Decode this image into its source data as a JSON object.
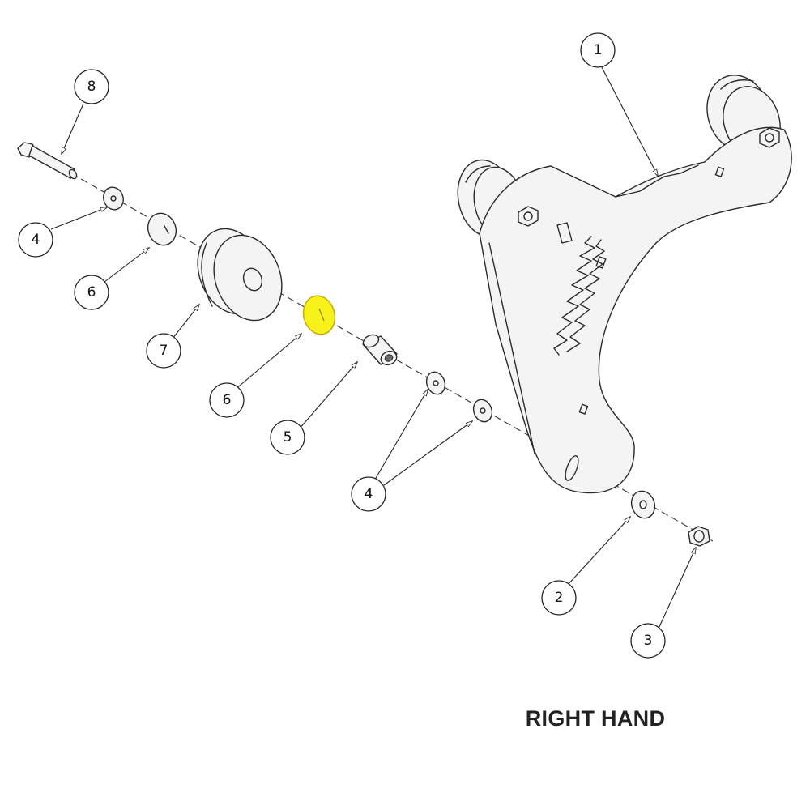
{
  "caption": "RIGHT HAND",
  "callouts": [
    {
      "id": "c1",
      "label": "1"
    },
    {
      "id": "c8",
      "label": "8"
    },
    {
      "id": "c4a",
      "label": "4"
    },
    {
      "id": "c6a",
      "label": "6"
    },
    {
      "id": "c7",
      "label": "7"
    },
    {
      "id": "c6b",
      "label": "6"
    },
    {
      "id": "c5",
      "label": "5"
    },
    {
      "id": "c4b",
      "label": "4"
    },
    {
      "id": "c2",
      "label": "2"
    },
    {
      "id": "c3",
      "label": "3"
    }
  ],
  "colors": {
    "highlight": "#f7f31a",
    "line": "#2a2a2a",
    "background": "#ffffff"
  }
}
